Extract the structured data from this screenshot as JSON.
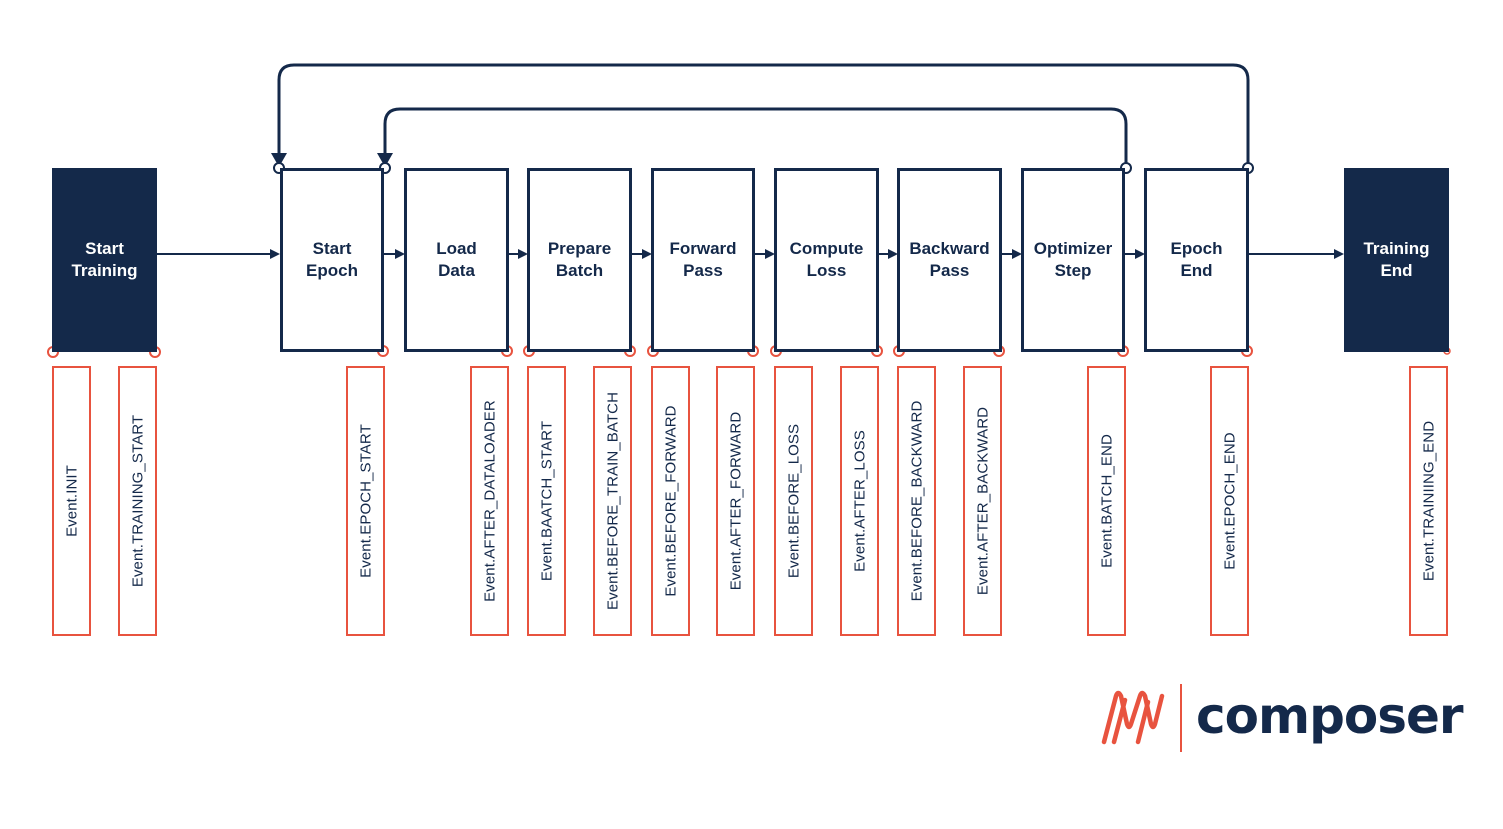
{
  "diagram": {
    "start": {
      "line1": "Start",
      "line2": "Training"
    },
    "end": {
      "line1": "Training",
      "line2": "End"
    },
    "stages": [
      {
        "line1": "Start",
        "line2": "Epoch"
      },
      {
        "line1": "Load",
        "line2": "Data"
      },
      {
        "line1": "Prepare",
        "line2": "Batch"
      },
      {
        "line1": "Forward",
        "line2": "Pass"
      },
      {
        "line1": "Compute",
        "line2": "Loss"
      },
      {
        "line1": "Backward",
        "line2": "Pass"
      },
      {
        "line1": "Optimizer",
        "line2": "Step"
      },
      {
        "line1": "Epoch",
        "line2": "End"
      }
    ],
    "events": [
      "Event.INIT",
      "Event.TRAINING_START",
      "Event.EPOCH_START",
      "Event.AFTER_DATALOADER",
      "Event.BAATCH_START",
      "Event.BEFORE_TRAIN_BATCH",
      "Event.BEFORE_FORWARD",
      "Event.AFTER_FORWARD",
      "Event.BEFORE_LOSS",
      "Event.AFTER_LOSS",
      "Event.BEFORE_BACKWARD",
      "Event.AFTER_BACKWARD",
      "Event.BATCH_END",
      "Event.EPOCH_END",
      "Event.TRAINIING_END"
    ]
  },
  "logo": {
    "wordmark": "composer"
  },
  "colors": {
    "navy": "#14294a",
    "accent": "#e8533f",
    "background": "#ffffff"
  }
}
